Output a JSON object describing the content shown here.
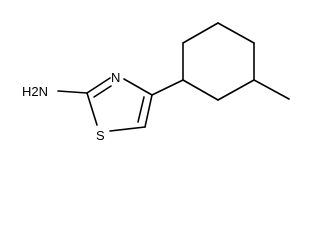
{
  "diagram": {
    "type": "chemical-structure",
    "atoms": {
      "amine": "H2N",
      "ring_nitrogen": "N",
      "ring_sulfur": "S"
    },
    "line_color": "#000000",
    "background": "#ffffff"
  }
}
